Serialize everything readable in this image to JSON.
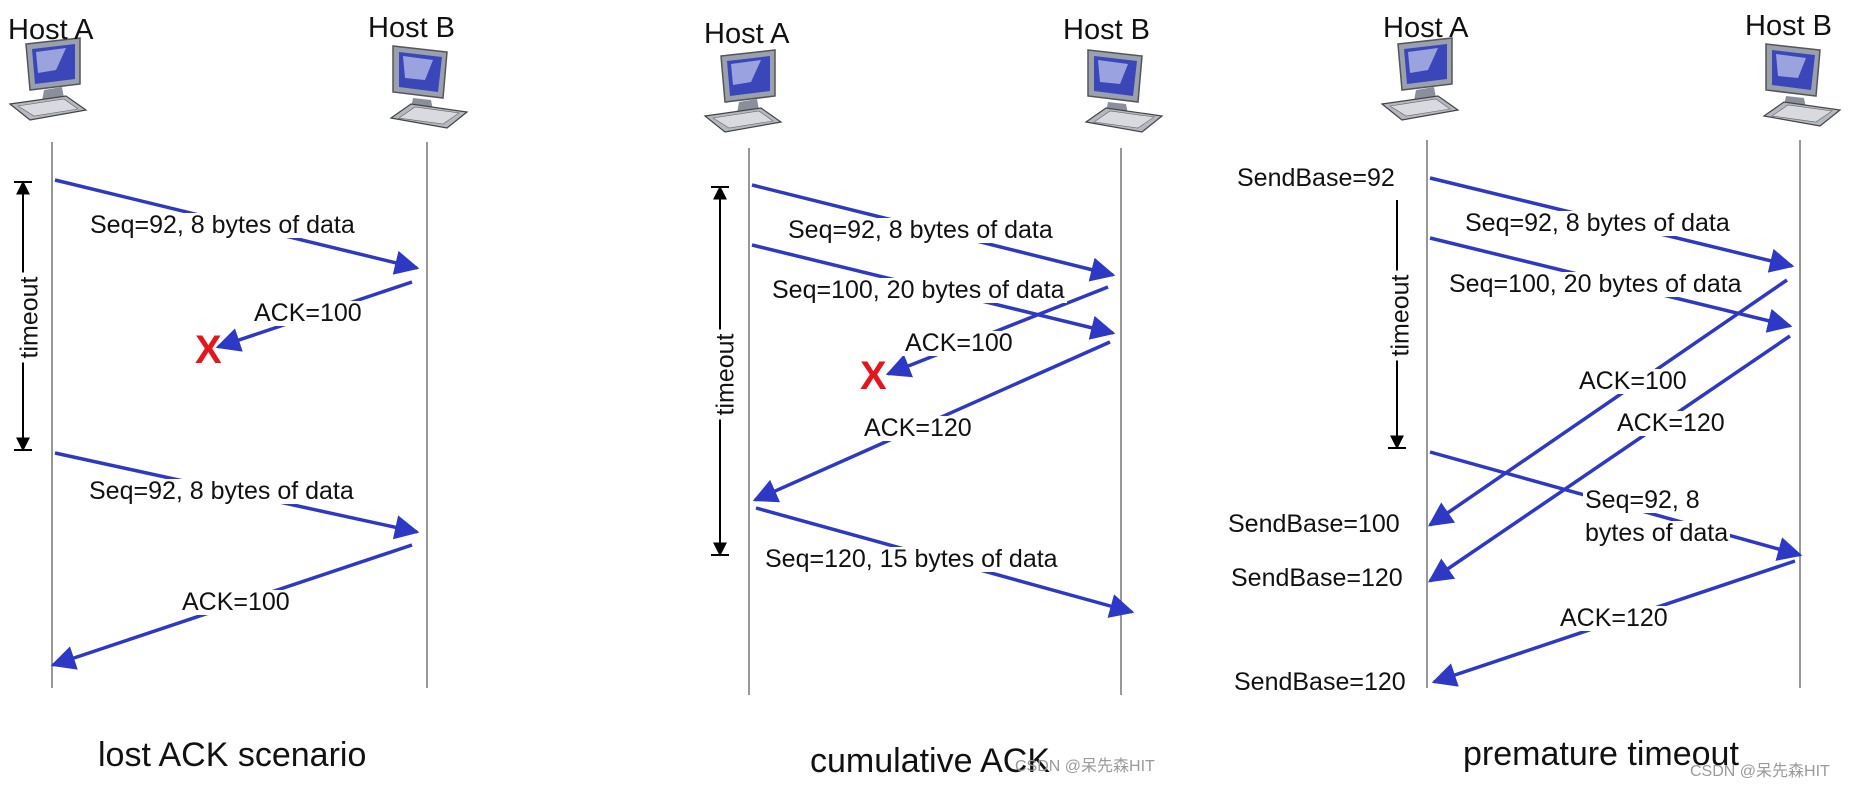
{
  "diagram": {
    "colors": {
      "arrow": "#2d38c4",
      "loss_marker": "#e8141c",
      "timeline": "#555555"
    },
    "icons": {
      "host": "desktop-computer-icon"
    },
    "panels": [
      {
        "caption": "lost ACK scenario",
        "host_a": "Host A",
        "host_b": "Host B",
        "timeout_label": "timeout",
        "messages": [
          "Seq=92, 8 bytes of data",
          "ACK=100",
          "Seq=92, 8 bytes of data",
          "ACK=100"
        ],
        "loss_marker": "X"
      },
      {
        "caption": "cumulative ACK",
        "host_a": "Host A",
        "host_b": "Host B",
        "timeout_label": "timeout",
        "messages": [
          "Seq=92, 8 bytes of data",
          "Seq=100, 20 bytes of data",
          "ACK=100",
          "ACK=120",
          "Seq=120,  15 bytes of data"
        ],
        "loss_marker": "X"
      },
      {
        "caption": "premature timeout",
        "host_a": "Host A",
        "host_b": "Host B",
        "timeout_label": "timeout",
        "messages": [
          "Seq=92, 8 bytes of data",
          "Seq=100, 20 bytes of data",
          "ACK=100",
          "ACK=120",
          "Seq=92,  8",
          "bytes of data",
          "ACK=120"
        ],
        "sendbase": [
          "SendBase=92",
          "SendBase=100",
          "SendBase=120",
          "SendBase=120"
        ]
      }
    ],
    "watermark": [
      "CSDN @呆先森HIT",
      "CSDN @呆先森HIT"
    ]
  }
}
